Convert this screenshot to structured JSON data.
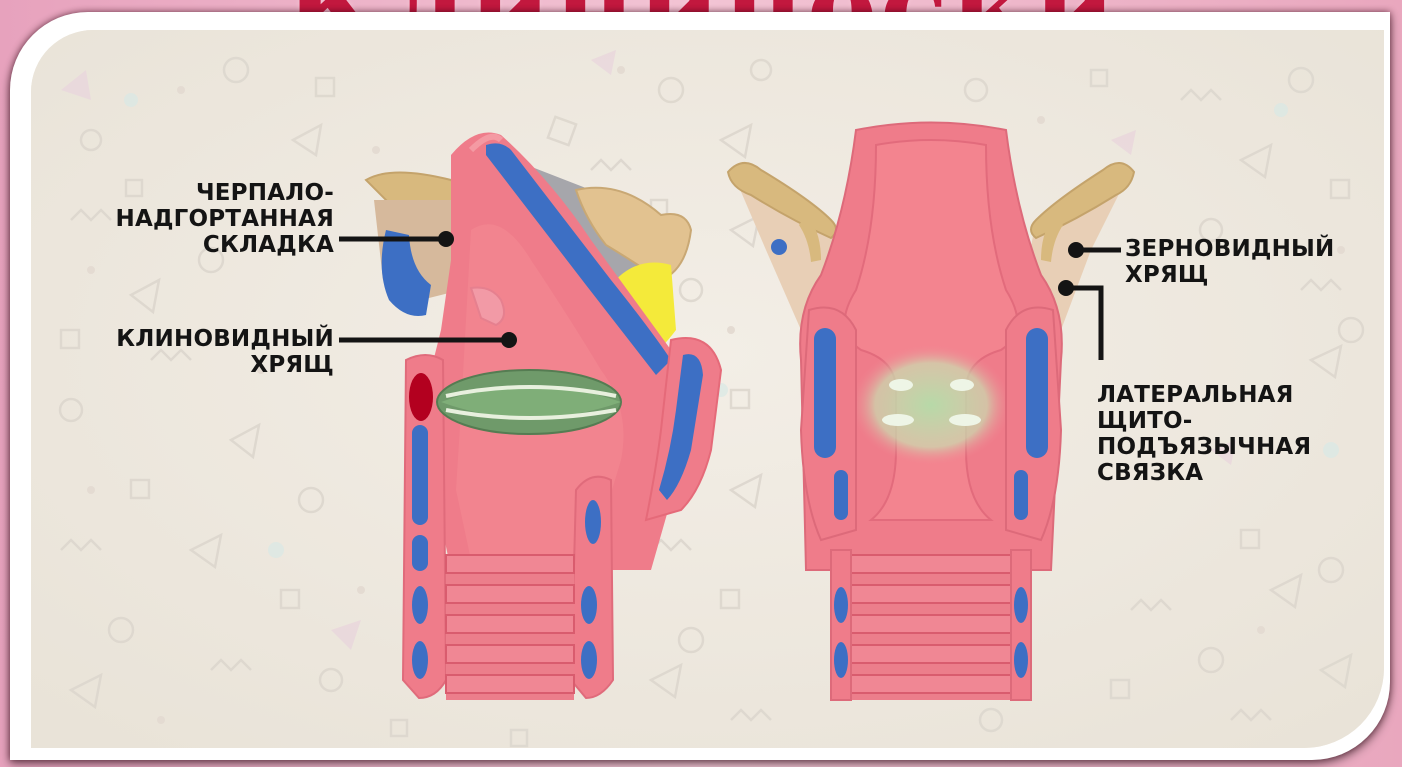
{
  "header": {
    "title": "Клинически"
  },
  "labels": {
    "aryepiglottic_fold": [
      "ЧЕРПАЛО-",
      "НАДГОРТАННАЯ",
      "СКЛАДКА"
    ],
    "cuneiform_cartilage": [
      "КЛИНОВИДНЫЙ",
      "ХРЯЩ"
    ],
    "triticeous_cartilage": [
      "ЗЕРНОВИДНЫЙ",
      "ХРЯЩ"
    ],
    "lateral_thyrohyoid_ligament": [
      "ЛАТЕРАЛЬНАЯ",
      "ЩИТО-",
      "ПОДЪЯЗЫЧНАЯ",
      "СВЯЗКА"
    ]
  },
  "colors": {
    "frame": "#e6a3bb",
    "title": "#c2183e",
    "background": "#efe9df",
    "tissue_pink": "#ef7c8a",
    "cartilage_blue": "#3d6fc4",
    "bone_tan": "#d8b97e",
    "muscle_green": "#6f9a6a",
    "epiglottis_yellow": "#f4ea3a"
  }
}
